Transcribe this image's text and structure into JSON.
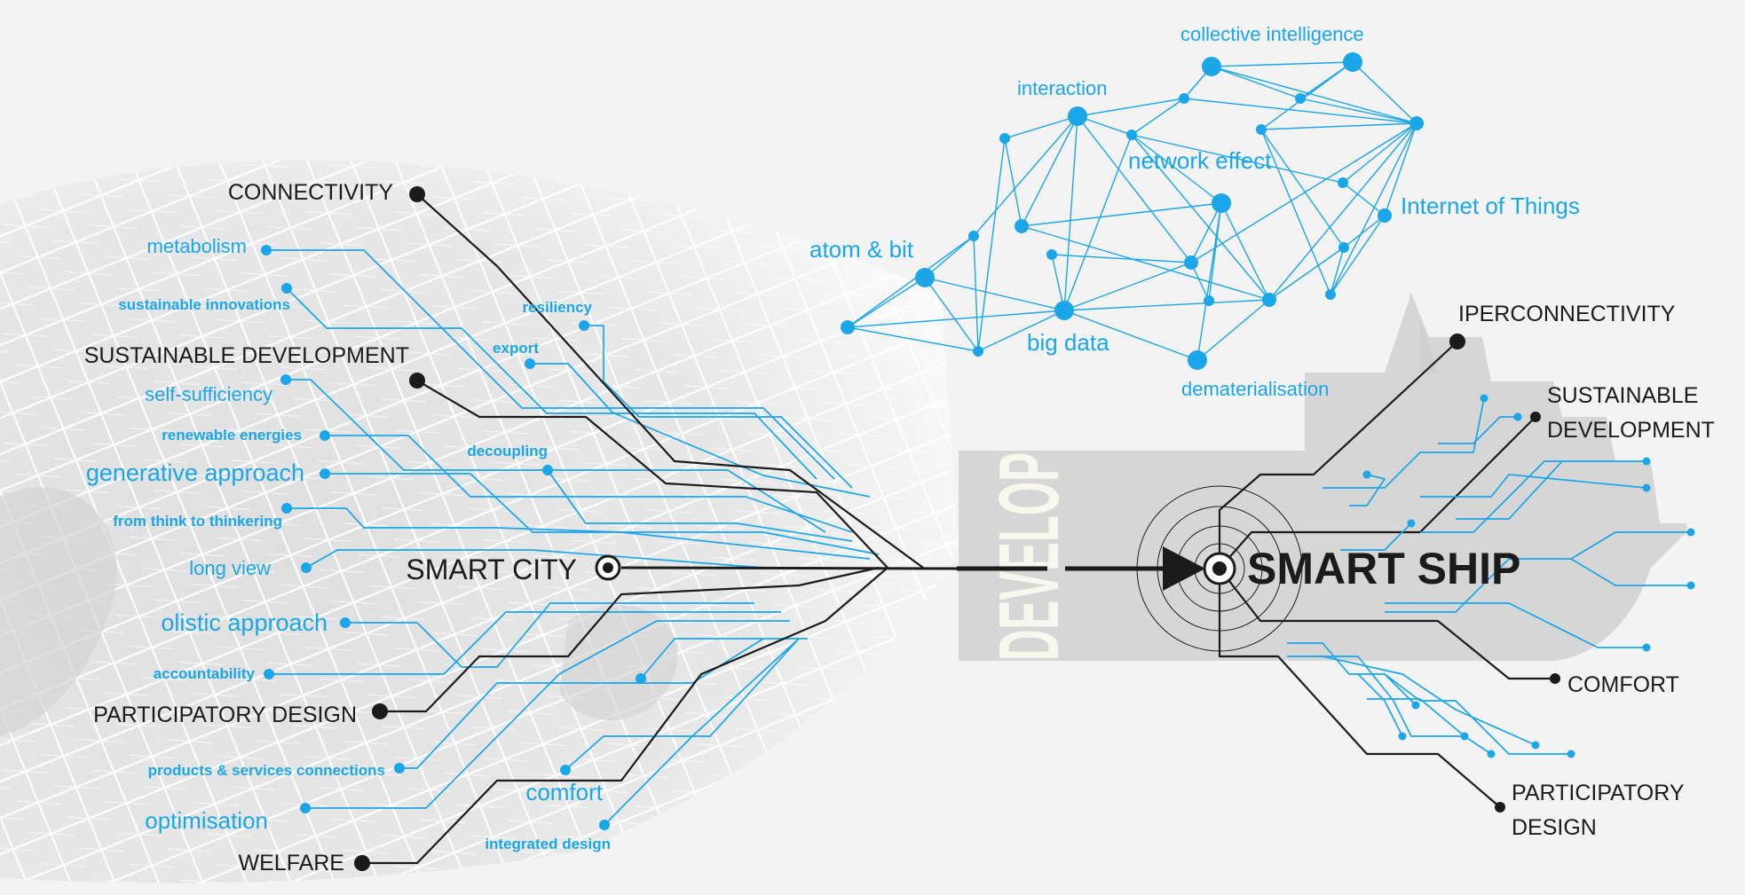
{
  "colors": {
    "accent": "#1aa6e8",
    "ink": "#1b1b1b",
    "map": "#e2e2e2",
    "ship": "#d7d7d7",
    "develop_text": "#f7f7ee"
  },
  "center": {
    "left_title": "SMART CITY",
    "right_title": "SMART SHIP",
    "develop": "DEVELOP"
  },
  "city_main_labels": [
    "CONNECTIVITY",
    "SUSTAINABLE DEVELOPMENT",
    "PARTICIPATORY DESIGN",
    "WELFARE"
  ],
  "city_sub_labels": [
    "metabolism",
    "sustainable innovations",
    "resiliency",
    "export",
    "self-sufficiency",
    "renewable energies",
    "decoupling",
    "generative approach",
    "from think to thinkering",
    "long view",
    "olistic approach",
    "accountability",
    "products & services connections",
    "optimisation",
    "comfort",
    "integrated design"
  ],
  "network_labels": [
    "collective intelligence",
    "interaction",
    "network effect",
    "Internet of Things",
    "atom & bit",
    "big data",
    "dematerialisation"
  ],
  "ship_labels": {
    "iperconnectivity": "IPERCONNECTIVITY",
    "sustainable_line1": "SUSTAINABLE",
    "sustainable_line2": "DEVELOPMENT",
    "comfort": "COMFORT",
    "participatory_line1": "PARTICIPATORY",
    "participatory_line2": "DESIGN"
  }
}
